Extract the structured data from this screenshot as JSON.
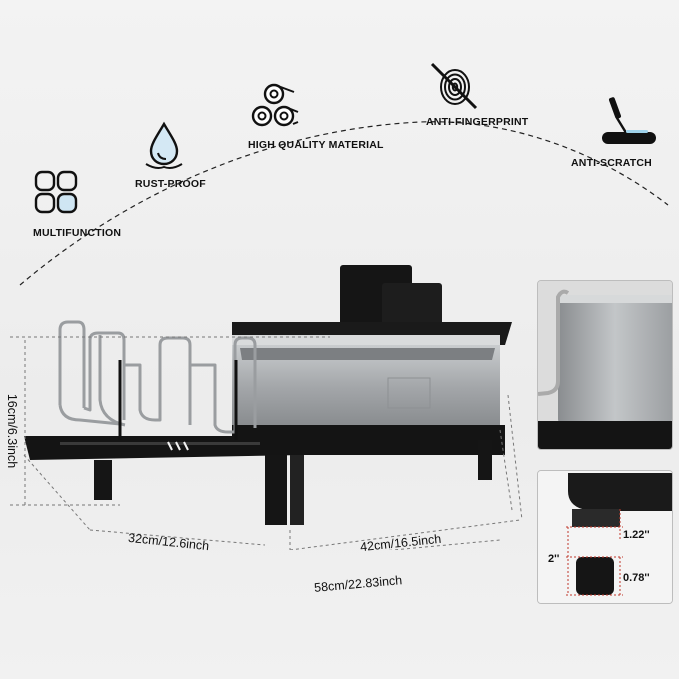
{
  "features": {
    "multifunction": {
      "label": "MULTIFUNCTION",
      "icon": "four-squares-icon"
    },
    "rust_proof": {
      "label": "RUST-PROOF",
      "icon": "water-drop-icon"
    },
    "material": {
      "label": "HIGH QUALITY MATERIAL",
      "icon": "rolled-sheets-icon"
    },
    "fingerprint": {
      "label": "ANTI-FINGERPRINT",
      "icon": "no-fingerprint-icon"
    },
    "scratch": {
      "label": "ANTI-SCRATCH",
      "icon": "knife-scratch-icon"
    }
  },
  "dimensions": {
    "height": "16cm/6.3inch",
    "depth": "32cm/12.6inch",
    "width": "42cm/16.5inch",
    "extended_width": "58cm/22.83inch",
    "total_height_feet": "2''",
    "upper_leg": "1.22''",
    "lower_leg": "0.78''"
  },
  "colors": {
    "accent": "#111111",
    "steel": "#a9acaf",
    "frame": "#1a1a1a"
  }
}
